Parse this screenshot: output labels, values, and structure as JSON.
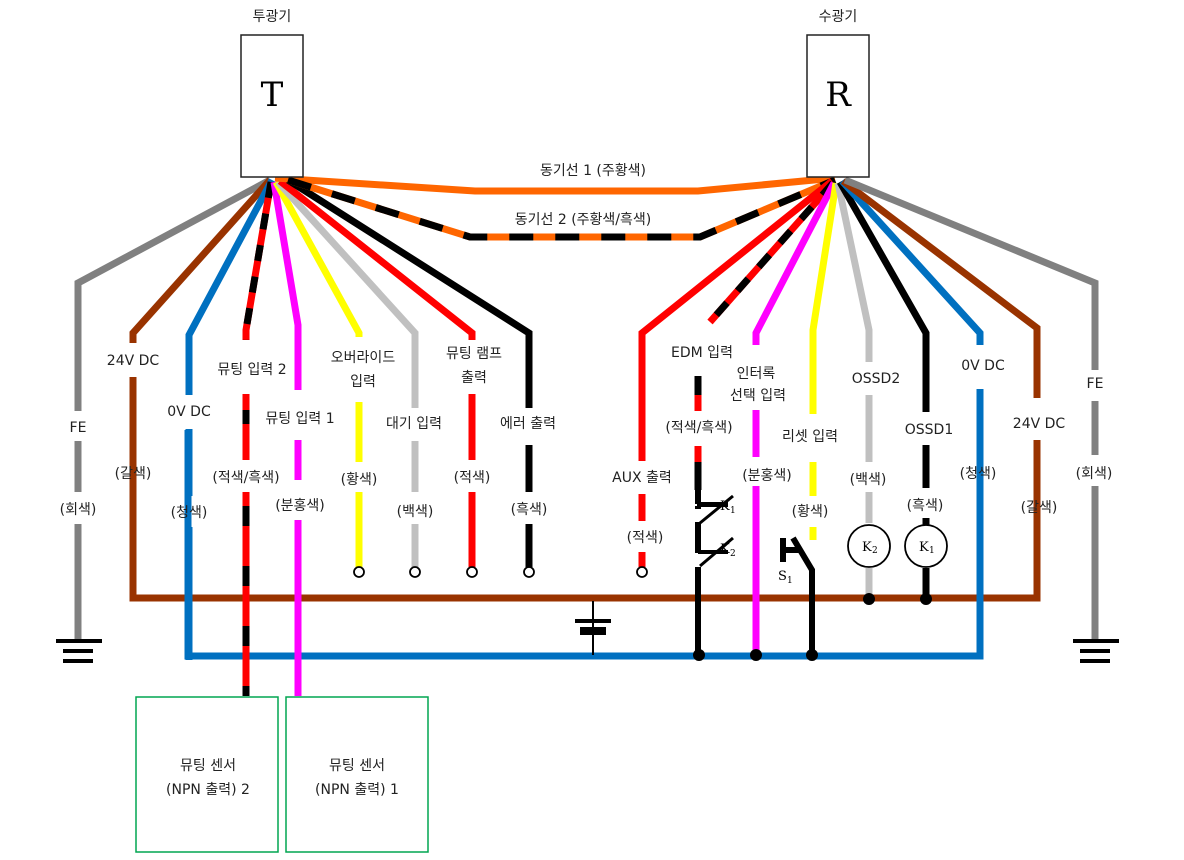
{
  "emitter": {
    "title": "투광기",
    "letter": "T"
  },
  "receiver": {
    "title": "수광기",
    "letter": "R"
  },
  "sync": [
    {
      "label": "동기선 1 (주황색)"
    },
    {
      "label": "동기선 2 (주황색/흑색)"
    }
  ],
  "emitter_wires": [
    {
      "name": "FE",
      "color": "(회색)"
    },
    {
      "name": "24V DC",
      "color": "(갈색)"
    },
    {
      "name": "0V DC",
      "color": "(청색)"
    },
    {
      "name": "뮤팅 입력 2",
      "color": "(적색/흑색)"
    },
    {
      "name": "뮤팅 입력 1",
      "color": "(분홍색)"
    },
    {
      "name_line1": "오버라이드",
      "name_line2": "입력",
      "color": "(황색)"
    },
    {
      "name": "대기 입력",
      "color": "(백색)"
    },
    {
      "name_line1": "뮤팅 램프",
      "name_line2": "출력",
      "color": "(적색)"
    },
    {
      "name": "에러 출력",
      "color": "(흑색)"
    }
  ],
  "receiver_wires": [
    {
      "name": "AUX 출력",
      "color": "(적색)"
    },
    {
      "name": "EDM 입력",
      "color": "(적색/흑색)"
    },
    {
      "name_line1": "인터록",
      "name_line2": "선택 입력",
      "color": "(분홍색)"
    },
    {
      "name": "리셋 입력",
      "color": "(황색)"
    },
    {
      "name": "OSSD2",
      "color": "(백색)"
    },
    {
      "name": "OSSD1",
      "color": "(흑색)"
    },
    {
      "name": "0V DC",
      "color": "(청색)"
    },
    {
      "name": "24V DC",
      "color": "(갈색)"
    },
    {
      "name": "FE",
      "color": "(회색)"
    }
  ],
  "components": {
    "k1": "K",
    "k1_sub": "1",
    "k2": "K",
    "k2_sub": "2",
    "s1": "S",
    "s1_sub": "1"
  },
  "sensors": [
    {
      "line1": "뮤팅 센서",
      "line2": "(NPN 출력) 2"
    },
    {
      "line1": "뮤팅 센서",
      "line2": "(NPN 출력) 1"
    }
  ],
  "colors": {
    "gray": "#808080",
    "brown": "#993300",
    "blue": "#0070C0",
    "red": "#FF0000",
    "black": "#000000",
    "magenta": "#FF00FF",
    "yellow": "#FFFF00",
    "white_wire": "#C0C0C0",
    "orange": "#FF6600",
    "sensor_border": "#00A651"
  }
}
